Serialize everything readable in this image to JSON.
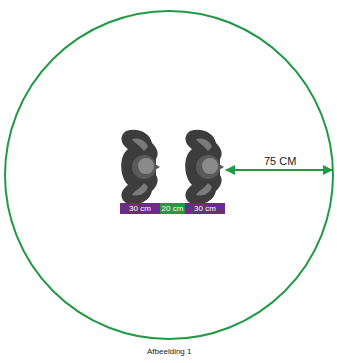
{
  "diagram": {
    "caption": "Afbeelding 1",
    "nodes": [
      {
        "text": [
          "30 cm"
        ]
      },
      {
        "text": [
          "20 cm"
        ]
      },
      {
        "text": [
          "30 cm"
        ]
      }
    ],
    "labels": [
      "75 CM"
    ]
  }
}
